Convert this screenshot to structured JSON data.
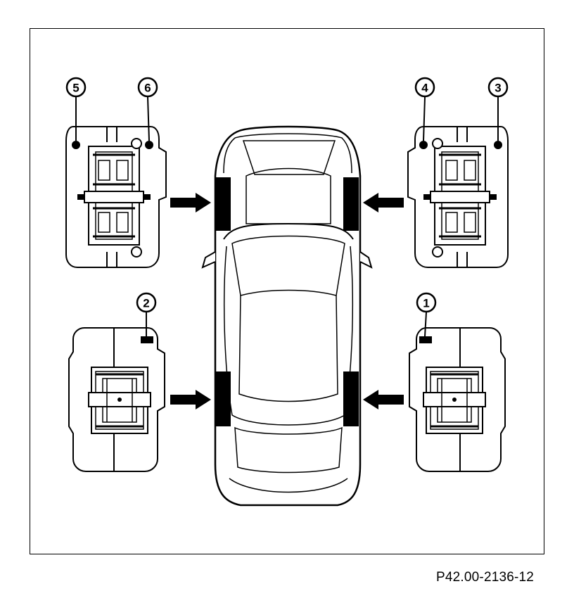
{
  "figure_ref": "P42.00-2136-12",
  "callouts": [
    "1",
    "2",
    "3",
    "4",
    "5",
    "6"
  ],
  "icons": [
    "car-top-view",
    "brake-caliper",
    "bleed-screw",
    "arrow"
  ],
  "colors": {
    "line": "#000000",
    "background": "#ffffff",
    "fill": "#ffffff"
  }
}
